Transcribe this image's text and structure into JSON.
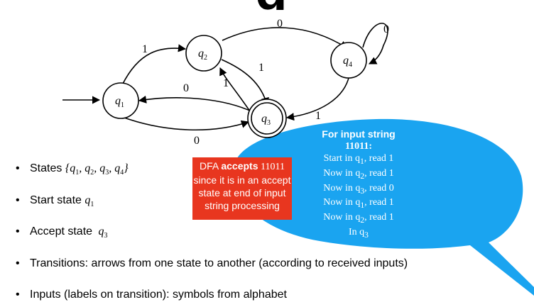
{
  "slide": {
    "title_fragment": "g"
  },
  "dfa": {
    "states": [
      {
        "id": "q1",
        "label": "q",
        "sub": "1",
        "accept": false,
        "start": true
      },
      {
        "id": "q2",
        "label": "q",
        "sub": "2",
        "accept": false,
        "start": false
      },
      {
        "id": "q3",
        "label": "q",
        "sub": "3",
        "accept": true,
        "start": false
      },
      {
        "id": "q4",
        "label": "q",
        "sub": "4",
        "accept": false,
        "start": false
      }
    ],
    "transitions": [
      {
        "from": "q1",
        "to": "q2",
        "symbol": "1"
      },
      {
        "from": "q2",
        "to": "q4",
        "symbol": "0"
      },
      {
        "from": "q2",
        "to": "q3",
        "symbol": "1"
      },
      {
        "from": "q3",
        "to": "q2",
        "symbol": "1"
      },
      {
        "from": "q3",
        "to": "q1",
        "symbol": "0"
      },
      {
        "from": "q1",
        "to": "q3",
        "symbol": "0"
      },
      {
        "from": "q4",
        "to": "q3",
        "symbol": "1"
      },
      {
        "from": "q4",
        "to": "q4",
        "symbol": "0"
      }
    ]
  },
  "bullets": {
    "states_label": "States",
    "start_label": "Start state",
    "accept_label": "Accept state",
    "transitions_text": "Transitions: arrows from one state to another (according to received inputs)",
    "inputs_text": "Inputs (labels on transition): symbols from alphabet"
  },
  "callout": {
    "header": "For input string",
    "input": "11011:",
    "steps": [
      {
        "pre": "Start in q",
        "sub": "1",
        "post": ", read 1"
      },
      {
        "pre": "Now in q",
        "sub": "2",
        "post": ", read 1"
      },
      {
        "pre": "Now in q",
        "sub": "3",
        "post": ", read 0"
      },
      {
        "pre": "Now in q",
        "sub": "1",
        "post": ", read 1"
      },
      {
        "pre": "Now in q",
        "sub": "2",
        "post": ", read 1"
      },
      {
        "pre": "In q",
        "sub": "3",
        "post": ""
      }
    ],
    "color": "#1aa4f0"
  },
  "redbox": {
    "line1_a": "DFA ",
    "line1_b": "accepts",
    "line1_c": " 11011",
    "line2": "since it is in an accept",
    "line3": "state at end of input",
    "line4": "string processing",
    "color": "#e8361f"
  }
}
